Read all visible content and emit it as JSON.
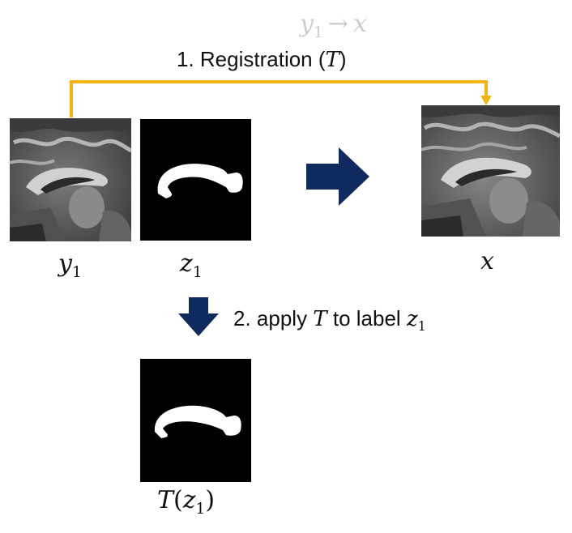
{
  "diagram": {
    "mapping_title": {
      "from": "y",
      "from_sub": "1",
      "arrow": "→",
      "to": "x"
    },
    "registration": {
      "label": "1. Registration (",
      "symbol": "T",
      "close": ")"
    },
    "image_labels": {
      "y1": {
        "main": "y",
        "sub": "1"
      },
      "z1": {
        "main": "z",
        "sub": "1"
      },
      "x": {
        "main": "x"
      }
    },
    "step2": {
      "prefix": "2. apply ",
      "symbol": "T",
      "middle": " to label ",
      "target": "z",
      "target_sub": "1"
    },
    "result_label": {
      "fn": "T",
      "open": "(",
      "arg": "z",
      "arg_sub": "1",
      "close": ")"
    },
    "colors": {
      "registration_line": "#f5b40f",
      "arrow": "#0f2a5f",
      "mapping_title": "#cdcdcd"
    },
    "icons": [
      "right-arrow-icon",
      "down-arrow-icon"
    ]
  }
}
